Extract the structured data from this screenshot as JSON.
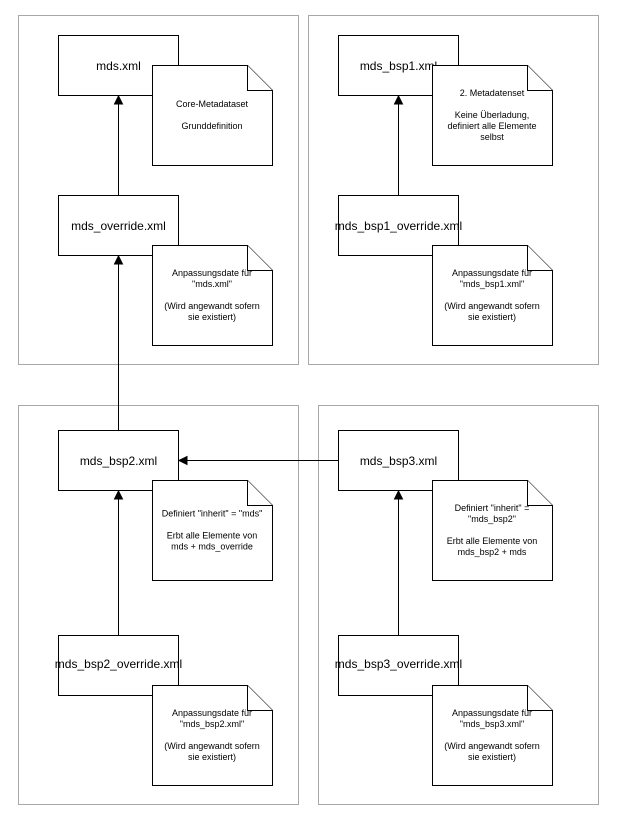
{
  "boxes": {
    "mds": "mds.xml",
    "mds_override": "mds_override.xml",
    "mds_bsp1": "mds_bsp1.xml",
    "mds_bsp1_override": "mds_bsp1_override.xml",
    "mds_bsp2": "mds_bsp2.xml",
    "mds_bsp2_override": "mds_bsp2_override.xml",
    "mds_bsp3": "mds_bsp3.xml",
    "mds_bsp3_override": "mds_bsp3_override.xml"
  },
  "notes": {
    "core": [
      "Core-Metadataset",
      "",
      "Grunddefinition"
    ],
    "override_mds": [
      "Anpassungsdate für",
      "\"mds.xml\"",
      "",
      "(Wird angewandt sofern",
      "sie existiert)"
    ],
    "bsp1": [
      "2. Metadatenset",
      "",
      "Keine Überladung,",
      "definiert alle Elemente",
      "selbst"
    ],
    "override_bsp1": [
      "Anpassungsdate für",
      "\"mds_bsp1.xml\"",
      "",
      "(Wird angewandt sofern",
      "sie existiert)"
    ],
    "bsp2": [
      "Definiert \"inherit\" = \"mds\"",
      "",
      "Erbt alle Elemente von",
      "mds + mds_override"
    ],
    "bsp3": [
      "Definiert \"inherit\" =",
      "\"mds_bsp2\"",
      "",
      "Erbt alle Elemente von",
      "mds_bsp2 + mds"
    ],
    "override_bsp2": [
      "Anpassungsdate für",
      "\"mds_bsp2.xml\"",
      "",
      "(Wird angewandt sofern",
      "sie existiert)"
    ],
    "override_bsp3": [
      "Anpassungsdate für",
      "\"mds_bsp3.xml\"",
      "",
      "(Wird angewandt sofern",
      "sie existiert)"
    ]
  }
}
